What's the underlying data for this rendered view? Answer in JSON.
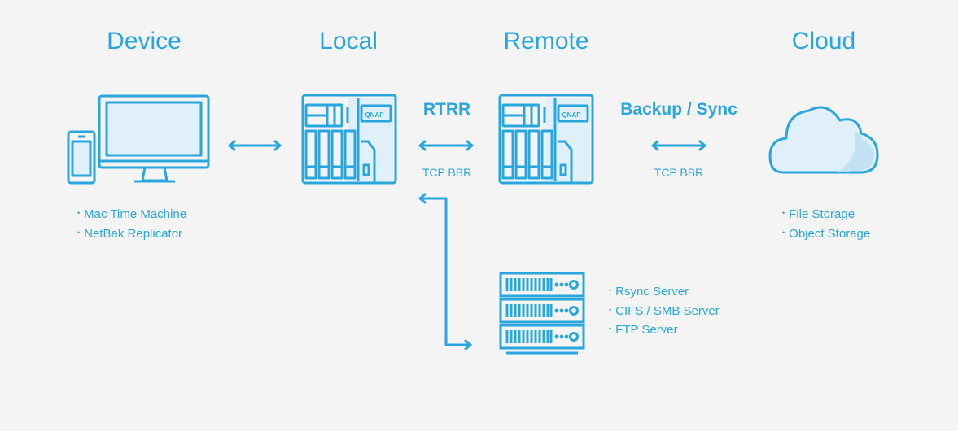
{
  "columns": {
    "device": "Device",
    "local": "Local",
    "remote": "Remote",
    "cloud": "Cloud"
  },
  "connections": {
    "local_remote": {
      "label": "RTRR",
      "protocol": "TCP BBR"
    },
    "remote_cloud": {
      "label": "Backup / Sync",
      "protocol": "TCP BBR"
    }
  },
  "device_features": [
    "Mac Time Machine",
    "NetBak Replicator"
  ],
  "cloud_features": [
    "File Storage",
    "Object Storage"
  ],
  "server_features": [
    "Rsync Server",
    "CIFS / SMB Server",
    "FTP Server"
  ],
  "nas_brand": "QNAP",
  "colors": {
    "accent": "#29a6dd",
    "light_fill": "#dff0fa",
    "background": "#f4f4f4"
  },
  "icons": [
    "monitor-icon",
    "phone-icon",
    "nas-icon",
    "server-rack-icon",
    "cloud-icon"
  ]
}
